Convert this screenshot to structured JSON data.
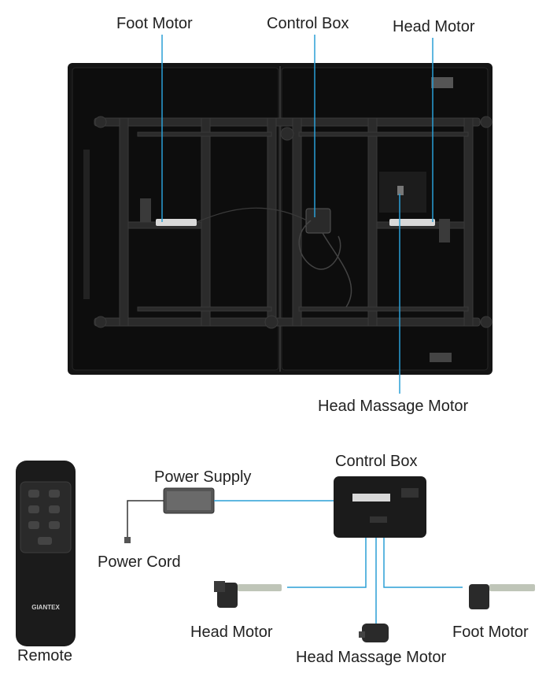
{
  "top_diagram": {
    "labels": {
      "foot_motor": "Foot Motor",
      "control_box": "Control Box",
      "head_motor": "Head Motor",
      "head_massage_motor": "Head Massage Motor"
    }
  },
  "bottom_diagram": {
    "labels": {
      "remote": "Remote",
      "power_supply": "Power Supply",
      "power_cord": "Power Cord",
      "control_box": "Control Box",
      "head_motor": "Head Motor",
      "head_massage_motor": "Head Massage Motor",
      "foot_motor": "Foot Motor"
    },
    "remote_brand": "GIANTEX"
  },
  "colors": {
    "leader_line": "#2a9fd6",
    "bed_panel": "#141414",
    "frame_steel": "#2b2b2b",
    "device_black": "#1b1b1b"
  }
}
